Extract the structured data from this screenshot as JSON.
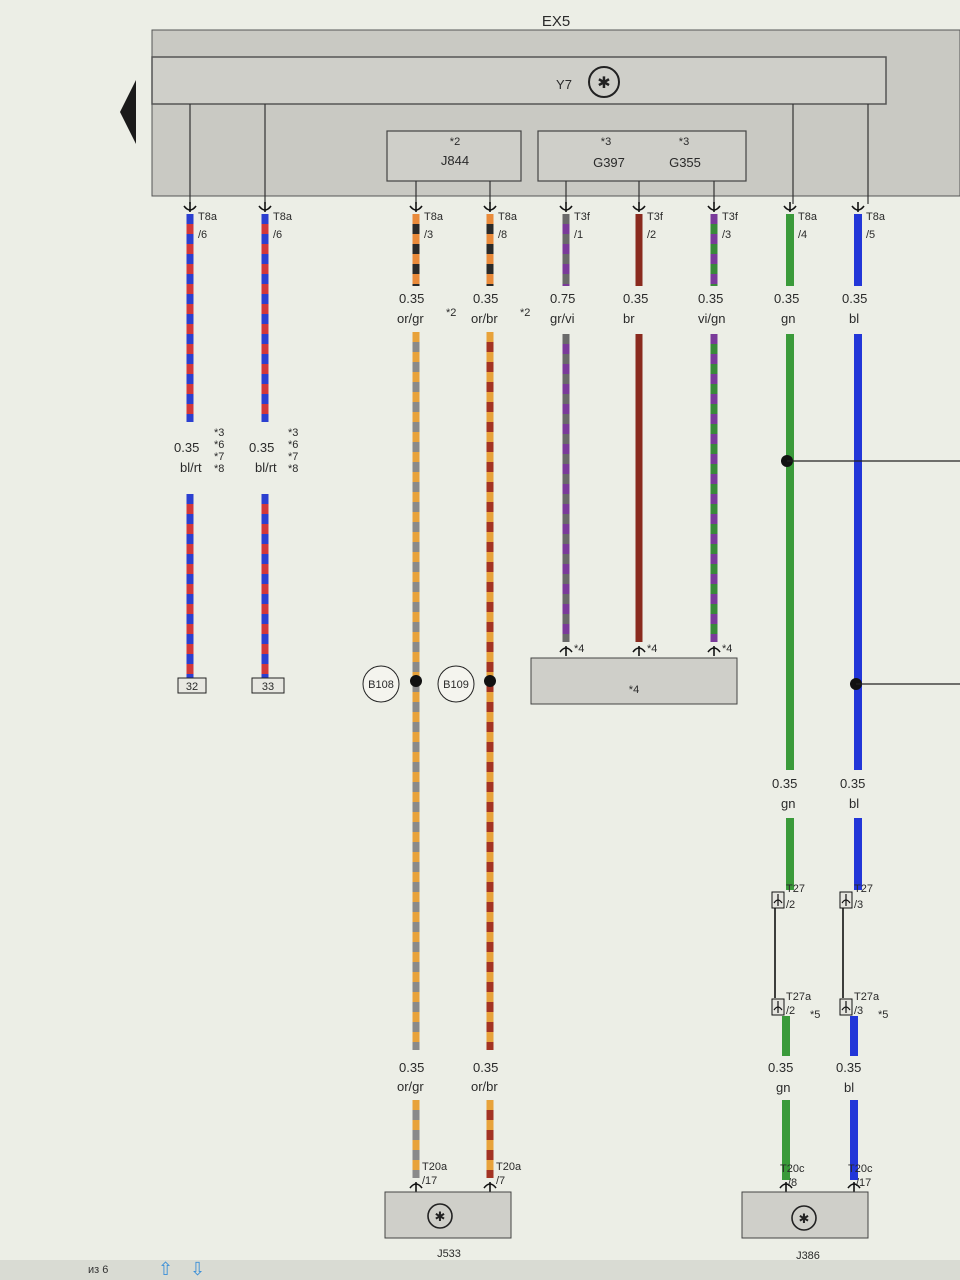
{
  "header": {
    "title": "EX5"
  },
  "relay": {
    "label": "Y7"
  },
  "modules": [
    {
      "id": "j844",
      "note": "*2",
      "label": "J844"
    },
    {
      "id": "g",
      "notes": [
        "*3",
        "*3"
      ],
      "labels": [
        "G397",
        "G355"
      ]
    }
  ],
  "wires": [
    {
      "id": "w1",
      "connector": "T8a",
      "pin": "/6",
      "size": "0.35",
      "color_code": "bl/rt",
      "notes": [
        "*3",
        "*6",
        "*7",
        "*8"
      ],
      "end": "32",
      "stripe": [
        "#2b3fd0",
        "#d2383a"
      ]
    },
    {
      "id": "w2",
      "connector": "T8a",
      "pin": "/6",
      "size": "0.35",
      "color_code": "bl/rt",
      "notes": [
        "*3",
        "*6",
        "*7",
        "*8"
      ],
      "end": "33",
      "stripe": [
        "#2b3fd0",
        "#d2383a"
      ]
    },
    {
      "id": "w3",
      "connector": "T8a",
      "pin": "/3",
      "size": "0.35",
      "color_code": "or/gr",
      "note": "*2",
      "splice": "B108",
      "size_b": "0.35",
      "color_code_b": "or/gr",
      "end_connector": "T20a",
      "end_pin": "/17",
      "stripe": [
        "#e8a23a",
        "#8a8a8a"
      ]
    },
    {
      "id": "w4",
      "connector": "T8a",
      "pin": "/8",
      "size": "0.35",
      "color_code": "or/br",
      "note": "*2",
      "splice": "B109",
      "size_b": "0.35",
      "color_code_b": "or/br",
      "end_connector": "T20a",
      "end_pin": "/7",
      "stripe": [
        "#e8a23a",
        "#a33323"
      ]
    },
    {
      "id": "w5",
      "connector": "T3f",
      "pin": "/1",
      "size": "0.75",
      "color_code": "gr/vi",
      "end_note": "*4",
      "stripe": [
        "#6a6a6a",
        "#7a3a9a"
      ]
    },
    {
      "id": "w6",
      "connector": "T3f",
      "pin": "/2",
      "size": "0.35",
      "color_code": "br",
      "end_note": "*4",
      "stripe": [
        "#8a2a1e",
        "#8a2a1e"
      ]
    },
    {
      "id": "w7",
      "connector": "T3f",
      "pin": "/3",
      "size": "0.35",
      "color_code": "vi/gn",
      "end_note": "*4",
      "stripe": [
        "#7a3a9a",
        "#3a8a3a"
      ]
    },
    {
      "id": "w8",
      "connector": "T8a",
      "pin": "/4",
      "size": "0.35",
      "color_code": "gn",
      "size_b": "0.35",
      "color_code_b": "gn",
      "t27": "T27",
      "t27_pin": "/2",
      "t27a": "T27a",
      "t27a_pin": "/2",
      "note5": "*5",
      "size_c": "0.35",
      "color_code_c": "gn",
      "end_connector": "T20c",
      "end_pin": "/8",
      "stripe": [
        "#3a9a3a",
        "#3a9a3a"
      ]
    },
    {
      "id": "w9",
      "connector": "T8a",
      "pin": "/5",
      "size": "0.35",
      "color_code": "bl",
      "size_b": "0.35",
      "color_code_b": "bl",
      "t27": "T27",
      "t27_pin": "/3",
      "t27a": "T27a",
      "t27a_pin": "/3",
      "note5": "*5",
      "size_c": "0.35",
      "color_code_c": "bl",
      "end_connector": "T20c",
      "end_pin": "/17",
      "stripe": [
        "#2236d8",
        "#2236d8"
      ]
    }
  ],
  "ground_block": {
    "note": "*4"
  },
  "components_bottom": [
    {
      "id": "j533",
      "label": "J533"
    },
    {
      "id": "j386",
      "label": "J386"
    }
  ],
  "footer": {
    "page": "из 6"
  }
}
